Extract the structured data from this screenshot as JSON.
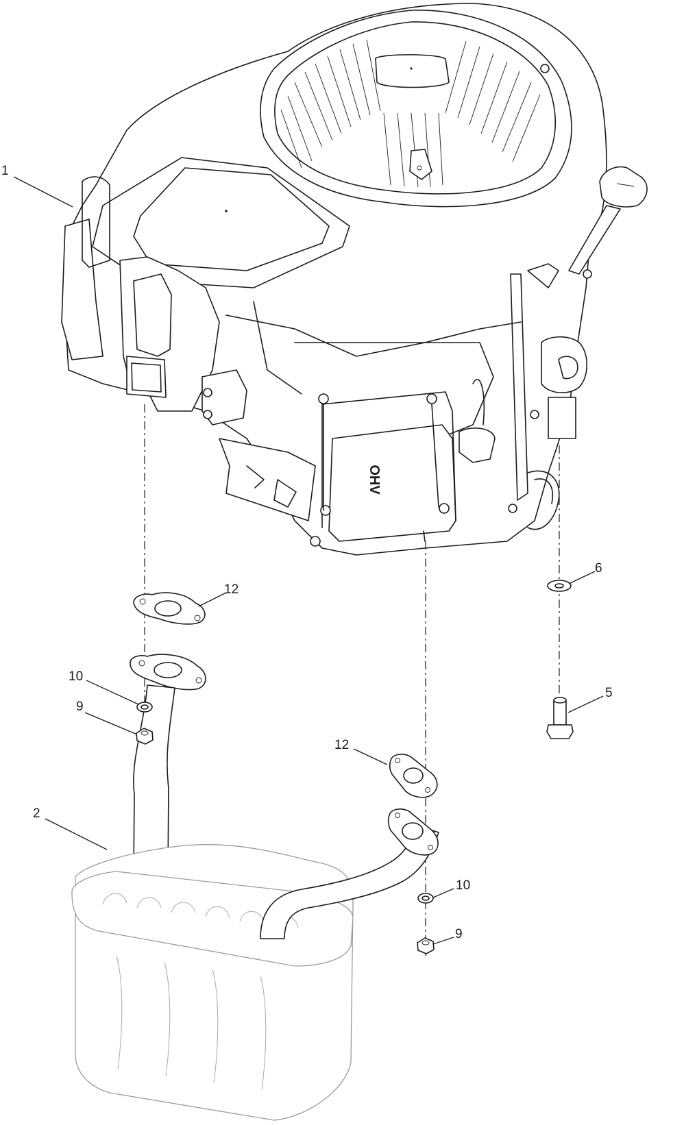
{
  "diagram": {
    "callouts": [
      {
        "id": "c1",
        "label": "1"
      },
      {
        "id": "c2",
        "label": "2"
      },
      {
        "id": "c5",
        "label": "5"
      },
      {
        "id": "c6",
        "label": "6"
      },
      {
        "id": "c9a",
        "label": "9"
      },
      {
        "id": "c9b",
        "label": "9"
      },
      {
        "id": "c10a",
        "label": "10"
      },
      {
        "id": "c10b",
        "label": "10"
      },
      {
        "id": "c12a",
        "label": "12"
      },
      {
        "id": "c12b",
        "label": "12"
      }
    ],
    "engine_cover_text": "OHV"
  }
}
